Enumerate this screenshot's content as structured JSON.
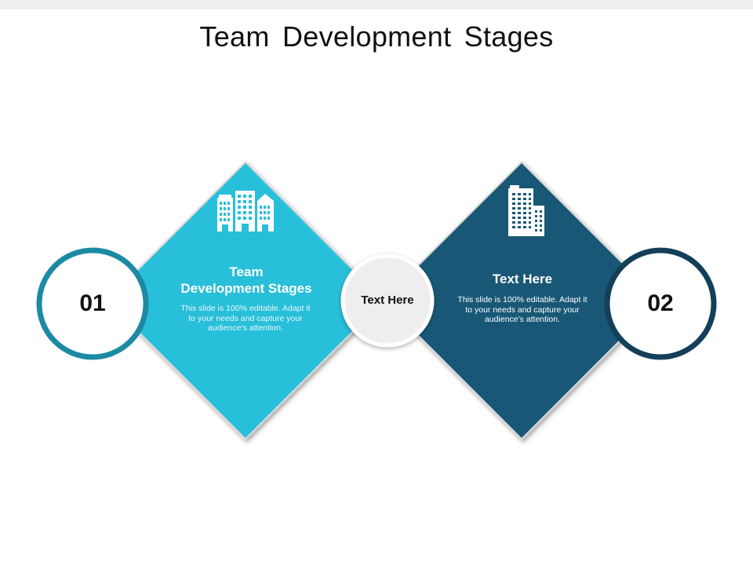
{
  "title": "Team Development Stages",
  "center_label": "Text Here",
  "colors": {
    "left": "#28bfda",
    "right": "#185876",
    "ring_left": "#1d8aa4",
    "ring_right": "#133f58",
    "center_disc": "#eeeeee"
  },
  "stages": [
    {
      "number": "01",
      "heading_line1": "Team",
      "heading_line2": "Development Stages",
      "body_lines": [
        "This slide is 100% editable. Adapt it",
        "to your needs and capture your",
        "audience's attention."
      ],
      "icon": "buildings-icon"
    },
    {
      "number": "02",
      "heading": "Text Here",
      "body_lines": [
        "This slide is 100% editable. Adapt it",
        "to your needs and capture your",
        "audience's attention."
      ],
      "icon": "office-tower-icon"
    }
  ]
}
